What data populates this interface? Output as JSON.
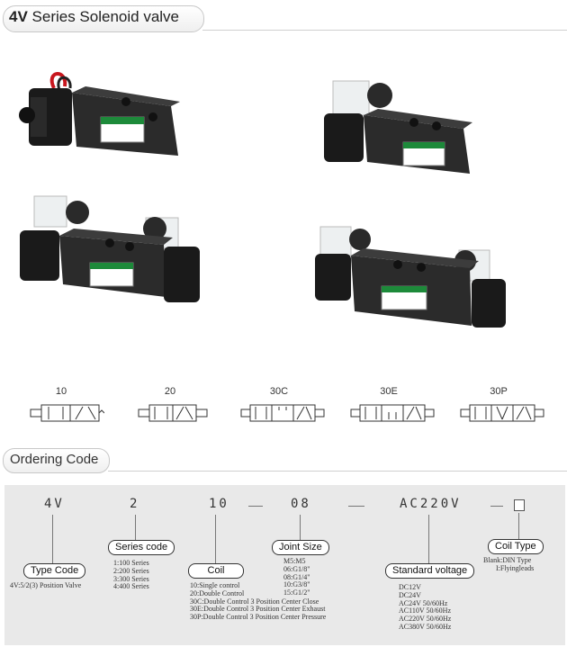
{
  "header": {
    "title_bold": "4V",
    "title_rest": " Series Solenoid valve"
  },
  "symbols": [
    {
      "label": "10"
    },
    {
      "label": "20"
    },
    {
      "label": "30C"
    },
    {
      "label": "30E"
    },
    {
      "label": "30P"
    }
  ],
  "ordering": {
    "heading": "Ordering Code",
    "codes": [
      "4V",
      "2",
      "10",
      "08",
      "AC220V"
    ],
    "type_code": {
      "label": "Type Code",
      "desc": [
        "4V:5/2(3) Position Valve"
      ]
    },
    "series_code": {
      "label": "Series code",
      "desc": [
        "1:100 Series",
        "2:200 Series",
        "3:300 Series",
        "4:400 Series"
      ]
    },
    "coil": {
      "label": "Coil",
      "desc": [
        "10:Single control",
        "20:Double Control",
        "30C:Double Control 3 Position Center Close",
        "30E:Double Control 3 Position Center Exhaust",
        "30P:Double Control 3 Position Center Pressure"
      ]
    },
    "joint_size": {
      "label": "Joint Size",
      "desc": [
        "M5:M5",
        "06:G1/8\"",
        "08:G1/4\"",
        "10:G3/8\"",
        "15:G1/2\""
      ]
    },
    "voltage": {
      "label": "Standard voltage",
      "desc": [
        "DC12V",
        "DC24V",
        "AC24V 50/60Hz",
        "AC110V 50/60Hz",
        "AC220V 50/60Hz",
        "AC380V 50/60Hz"
      ]
    },
    "coil_type": {
      "label": "Coil Type",
      "desc": [
        "Blank:DIN Type",
        "I:Flyingleads"
      ]
    }
  }
}
